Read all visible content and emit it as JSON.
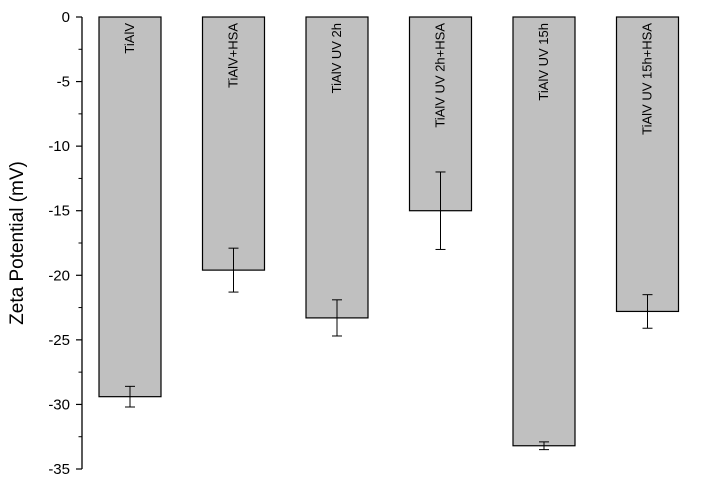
{
  "chart_data": {
    "type": "bar",
    "title": "",
    "xlabel": "",
    "ylabel": "Zeta Potential (mV)",
    "ylim": [
      -35,
      0
    ],
    "yticks": [
      0,
      -5,
      -10,
      -15,
      -20,
      -25,
      -30,
      -35
    ],
    "categories": [
      "TiAlV",
      "TiAlV+HSA",
      "TiAlV UV 2h",
      "TiAlV UV 2h+HSA",
      "TiAlV UV 15h",
      "TiAlV UV 15h+HSA"
    ],
    "values": [
      -29.4,
      -19.6,
      -23.3,
      -15.0,
      -33.2,
      -22.8
    ],
    "errors": [
      0.8,
      1.7,
      1.4,
      3.0,
      0.3,
      1.3
    ],
    "bar_color": "#c0c0c0",
    "bar_edge_color": "#000000",
    "grid": false,
    "legend": false
  }
}
